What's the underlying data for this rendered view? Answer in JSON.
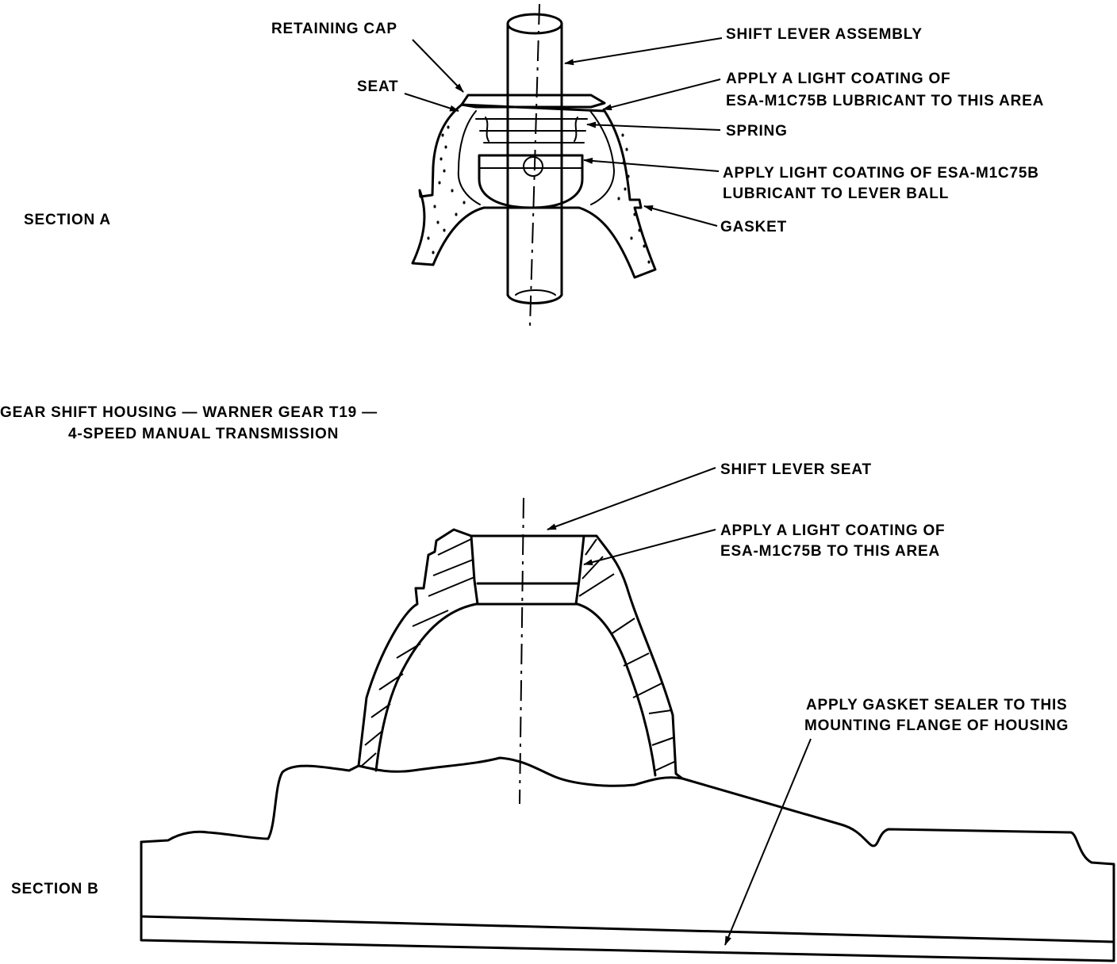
{
  "sections": {
    "a": "SECTION A",
    "b": "SECTION B"
  },
  "caption": {
    "line1": "GEAR SHIFT HOUSING — WARNER GEAR T19 —",
    "line2": "4-SPEED MANUAL TRANSMISSION"
  },
  "callouts_a": {
    "retaining_cap": "RETAINING CAP",
    "seat": "SEAT",
    "shift_lever_assembly": "SHIFT LEVER ASSEMBLY",
    "coating_area_1": "APPLY A LIGHT COATING OF",
    "coating_area_2": "ESA-M1C75B LUBRICANT TO THIS AREA",
    "spring": "SPRING",
    "coating_ball_1": "APPLY LIGHT COATING OF ESA-M1C75B",
    "coating_ball_2": "LUBRICANT TO LEVER BALL",
    "gasket": "GASKET"
  },
  "callouts_b": {
    "shift_lever_seat": "SHIFT LEVER SEAT",
    "coating_1": "APPLY A LIGHT COATING OF",
    "coating_2": "ESA-M1C75B TO THIS AREA",
    "sealer_1": "APPLY GASKET SEALER TO THIS",
    "sealer_2": "MOUNTING FLANGE OF HOUSING"
  },
  "colors": {
    "ink": "#000000",
    "paper": "#ffffff"
  }
}
